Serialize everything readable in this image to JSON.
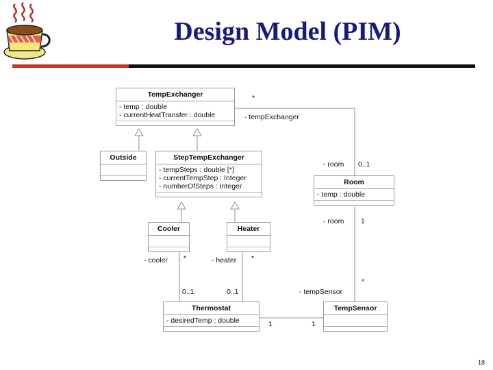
{
  "slide": {
    "title": "Design Model (PIM)",
    "page_number": "18"
  },
  "logo": {
    "icon": "coffee-cup-icon"
  },
  "colors": {
    "title": "#1a1a7e",
    "rule": "#111111",
    "rule_accent": "#c0392b",
    "class_border": "#9a9a9a",
    "connector": "#8c8c8c"
  },
  "classes": {
    "temp_exchanger": {
      "name": "TempExchanger",
      "attrs": [
        "- temp : double",
        "- currentHeatTransfer : double"
      ]
    },
    "outside": {
      "name": "Outside",
      "attrs": []
    },
    "step_temp_exchanger": {
      "name": "StepTempExchanger",
      "attrs": [
        "- tempSteps : double [*]",
        "- currentTempStep : Integer",
        "- numberOfSteps : Integer"
      ]
    },
    "room": {
      "name": "Room",
      "attrs": [
        "- temp : double"
      ]
    },
    "cooler": {
      "name": "Cooler",
      "attrs": []
    },
    "heater": {
      "name": "Heater",
      "attrs": []
    },
    "thermostat": {
      "name": "Thermostat",
      "attrs": [
        "- desiredTemp : double"
      ]
    },
    "temp_sensor": {
      "name": "TempSensor",
      "attrs": []
    }
  },
  "associations": {
    "room_exchanger": {
      "exchanger_mult": "*",
      "exchanger_role": "- tempExchanger",
      "room_role": "- room",
      "room_mult": "0..1"
    },
    "room_sensor": {
      "room_role": "- room",
      "room_mult": "1",
      "sensor_mult": "*",
      "sensor_role": "- tempSensor"
    },
    "thermo_cooler": {
      "cooler_role": "- cooler",
      "cooler_mult": "*",
      "thermo_mult": "0..1"
    },
    "thermo_heater": {
      "heater_role": "- heater",
      "heater_mult": "*",
      "thermo_mult": "0..1"
    },
    "thermo_sensor": {
      "thermo_mult": "1",
      "sensor_mult": "1"
    }
  }
}
